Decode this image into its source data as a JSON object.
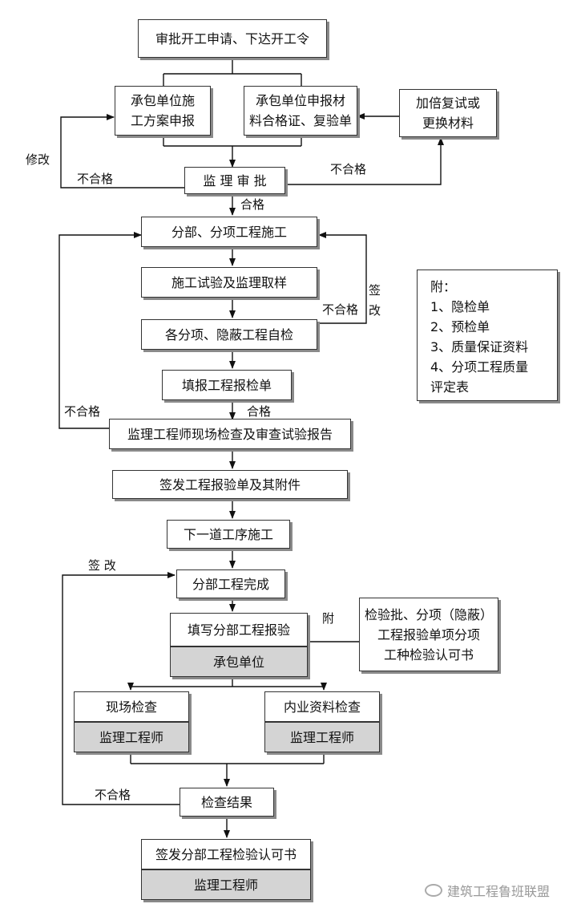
{
  "boxes": {
    "approve_start": "审批开工申请、下达开工令",
    "contractor_plan": "承包单位施\n工方案申报",
    "contractor_material": "承包单位申报材\n料合格证、复验单",
    "double_retest": "加倍复试或\n更换材料",
    "supervision_approve": "监 理 审 批",
    "subproject_construction": "分部、分项工程施工",
    "test_sampling": "施工试验及监理取样",
    "self_check": "各分项、隐蔽工程自检",
    "fill_check_form": "填报工程报检单",
    "engineer_inspect": "监理工程师现场检查及审查试验报告",
    "sign_form": "签发工程报验单及其附件",
    "next_process": "下一道工序施工",
    "sub_complete": "分部工程完成",
    "fill_sub_report": "填写分部工程报验",
    "contractor_unit": "承包单位",
    "attach_docs": "检验批、分项（隐蔽）\n工程报验单项分项\n工种检验认可书",
    "site_check": "现场检查",
    "site_check_role": "监理工程师",
    "doc_check": "内业资料检查",
    "doc_check_role": "监理工程师",
    "check_result": "检查结果",
    "sign_certificate": "签发分部工程检验认可书",
    "final_role": "监理工程师"
  },
  "appendix": "附：\n1、隐检单\n2、预检单\n3、质量保证资料\n4、分项工程质量\n    评定表",
  "labels": {
    "modify": "修改",
    "unqualified_1": "不合格",
    "unqualified_2": "不合格",
    "qualified_1": "合格",
    "unqualified_3": "不合格",
    "sign_modify_vert": "签\n改",
    "unqualified_4": "不合格",
    "qualified_2": "合格",
    "sign_modify": "签 改",
    "attach": "附",
    "unqualified_5": "不合格"
  },
  "watermark": "建筑工程鲁班联盟"
}
